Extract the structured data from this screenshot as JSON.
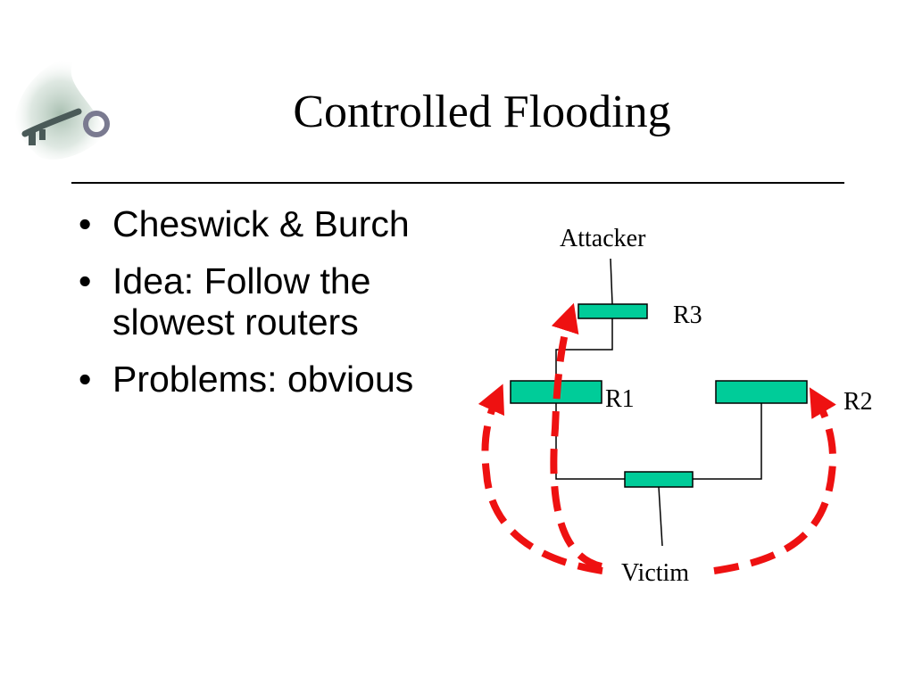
{
  "slide": {
    "title": "Controlled Flooding",
    "bullets": [
      {
        "text": "Cheswick & Burch"
      },
      {
        "text": "Idea: Follow the slowest routers"
      },
      {
        "text": "Problems: obvious"
      }
    ]
  },
  "diagram": {
    "labels": {
      "attacker": "Attacker",
      "r3": "R3",
      "r1": "R1",
      "r2": "R2",
      "victim": "Victim"
    },
    "colors": {
      "router_fill": "#00cc99",
      "flood_path": "#ee1111",
      "links": "#000000"
    }
  },
  "icons": {
    "logo": "key-icon"
  }
}
